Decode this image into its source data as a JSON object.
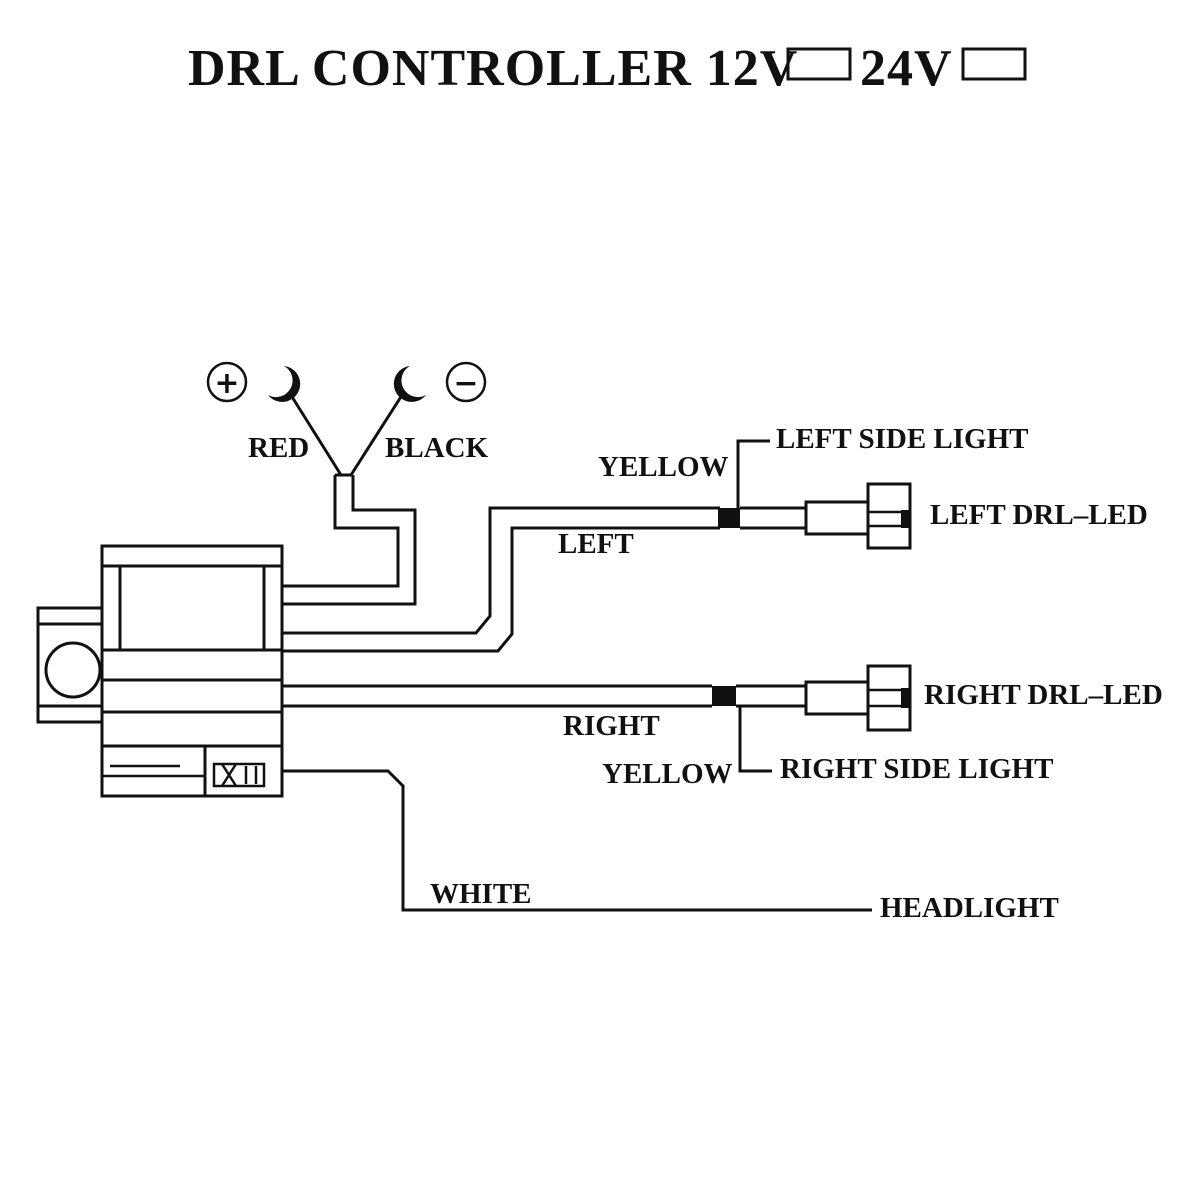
{
  "title": {
    "text": "DRL CONTROLLER 12V",
    "text_24v": "24V"
  },
  "power": {
    "plus_symbol": "+",
    "minus_symbol": "−",
    "red_label": "RED",
    "black_label": "BLACK"
  },
  "wires": {
    "left_color": "YELLOW",
    "left_label": "LEFT",
    "right_label": "RIGHT",
    "right_color": "YELLOW",
    "white_label": "WHITE"
  },
  "outputs": {
    "left_side_light": "LEFT SIDE LIGHT",
    "left_drl_led": "LEFT DRL–LED",
    "right_drl_led": "RIGHT DRL–LED",
    "right_side_light": "RIGHT SIDE LIGHT",
    "headlight": "HEADLIGHT"
  },
  "colors": {
    "line": "#111111",
    "background": "#ffffff"
  },
  "icons": {
    "plus": "plus-circle-icon",
    "minus": "minus-circle-icon",
    "ring_terminal": "ring-terminal-icon",
    "connector": "connector-plug-icon",
    "controller": "controller-box-icon"
  }
}
